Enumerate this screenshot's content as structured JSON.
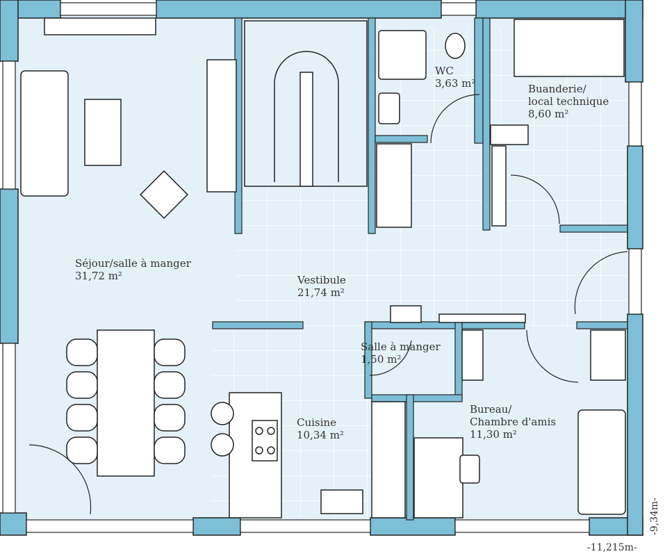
{
  "colors": {
    "wall": "#7dbfd6",
    "floor": "#e4f1f8",
    "tile_line": "#ffffff",
    "line": "#222222"
  },
  "rooms": [
    {
      "name": "Séjour/salle à manger",
      "area": "31,72 m²"
    },
    {
      "name": "Vestibule",
      "area": "21,74 m²"
    },
    {
      "name": "WC",
      "area": "3,63 m²"
    },
    {
      "name": "Buanderie/",
      "name2": "local technique",
      "area": "8,60 m²"
    },
    {
      "name": "Salle à manger",
      "area": "1,50 m²"
    },
    {
      "name": "Cuisine",
      "area": "10,34 m²"
    },
    {
      "name": "Bureau/",
      "name2": "Chambre d'amis",
      "area": "11,30 m²"
    }
  ],
  "dimensions": {
    "width": "-11,215m-",
    "depth": "-9,34m-"
  }
}
